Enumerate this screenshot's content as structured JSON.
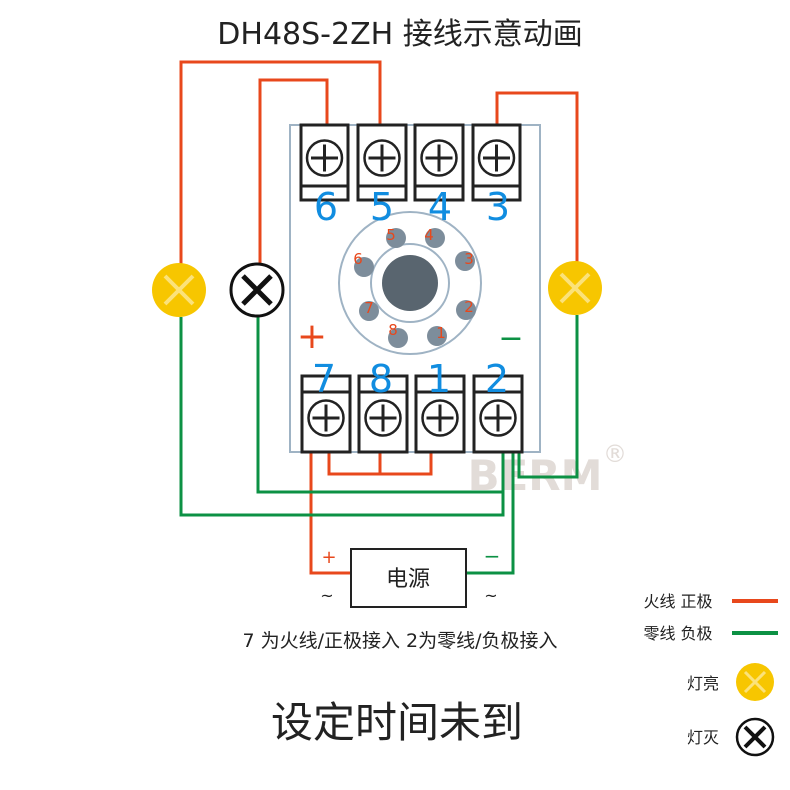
{
  "title": "DH48S-2ZH  接线示意动画",
  "terminals_top": [
    "6",
    "5",
    "4",
    "3"
  ],
  "terminals_bottom": [
    "7",
    "8",
    "1",
    "2"
  ],
  "socket_pins": [
    "1",
    "2",
    "3",
    "4",
    "5",
    "6",
    "7",
    "8"
  ],
  "plus_sign": "+",
  "minus_sign": "−",
  "power_supply": {
    "label": "电源",
    "plus": "+",
    "minus": "−",
    "ac_left": "~",
    "ac_right": "~"
  },
  "watermark": {
    "text": "BERM",
    "registered": "®"
  },
  "caption": "7 为火线/正极接入  2为零线/负极接入",
  "status": "设定时间未到",
  "legend": {
    "live": "火线 正极",
    "neutral": "零线 负极",
    "lamp_on": "灯亮",
    "lamp_off": "灯灭"
  },
  "colors": {
    "live": "#e8481c",
    "neutral": "#0c9144",
    "lamp_on": "#f7c600",
    "number": "#118de0"
  }
}
